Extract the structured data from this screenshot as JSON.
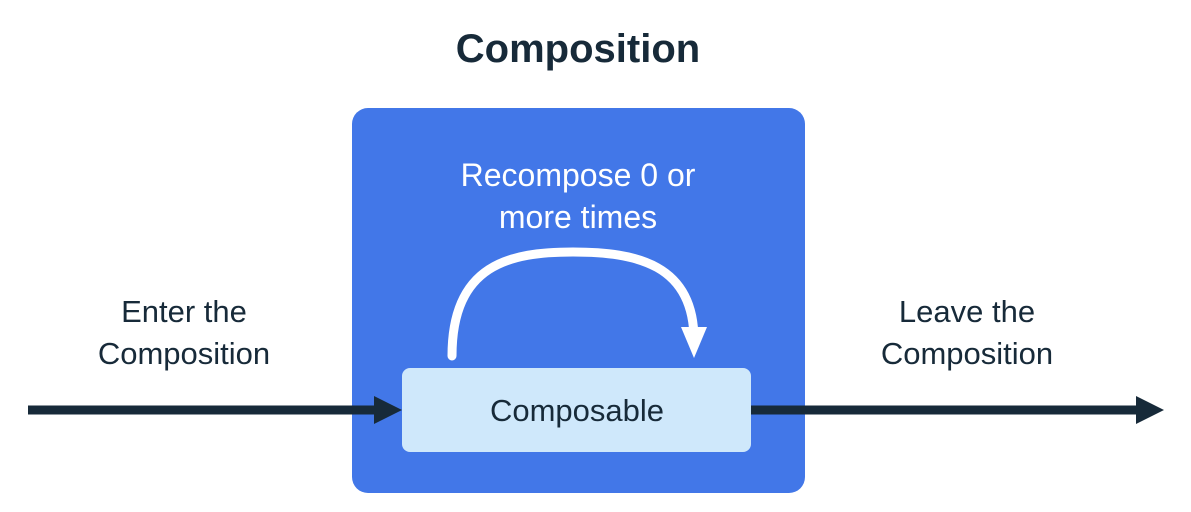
{
  "diagram": {
    "title": "Composition",
    "composition_box": {
      "recompose_label_line1": "Recompose 0 or",
      "recompose_label_line2": "more times",
      "fill_color": "#4277e8",
      "corner_radius": 16
    },
    "composable_box": {
      "label": "Composable",
      "fill_color": "#cfe8fb",
      "text_color": "#172a39",
      "corner_radius": 8
    },
    "enter_label": {
      "line1": "Enter the",
      "line2": "Composition"
    },
    "leave_label": {
      "line1": "Leave the",
      "line2": "Composition"
    },
    "recompose_arrow": {
      "icon": "curved-loop-arrow-icon",
      "color": "#ffffff"
    },
    "enter_arrow": {
      "icon": "right-arrow-icon",
      "color": "#172a39"
    },
    "leave_arrow": {
      "icon": "right-arrow-icon",
      "color": "#172a39"
    },
    "colors": {
      "background": "#ffffff",
      "accent_blue": "#4277e8",
      "light_blue": "#cfe8fb",
      "dark_navy": "#172a39"
    }
  }
}
